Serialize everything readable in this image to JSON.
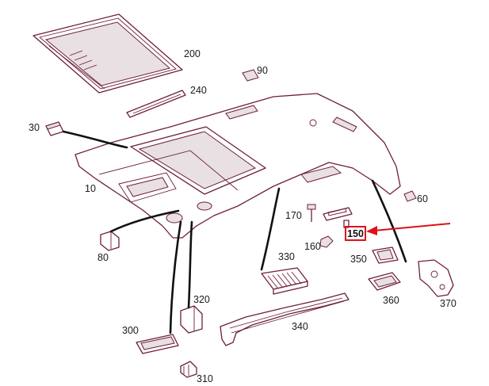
{
  "diagram": {
    "callouts": {
      "p200": "200",
      "p90": "90",
      "p240": "240",
      "p30": "30",
      "p10": "10",
      "p60": "60",
      "p170": "170",
      "p150": "150",
      "p160": "160",
      "p80": "80",
      "p330": "330",
      "p350": "350",
      "p360": "360",
      "p370": "370",
      "p320": "320",
      "p340": "340",
      "p300": "300",
      "p310": "310"
    },
    "highlight": {
      "label": "150",
      "box_color": "#e0101a",
      "arrow_color": "#e0101a"
    },
    "colors": {
      "line_art": "#6e1f36",
      "leader": "#111111",
      "text": "#1a1a1a"
    }
  }
}
